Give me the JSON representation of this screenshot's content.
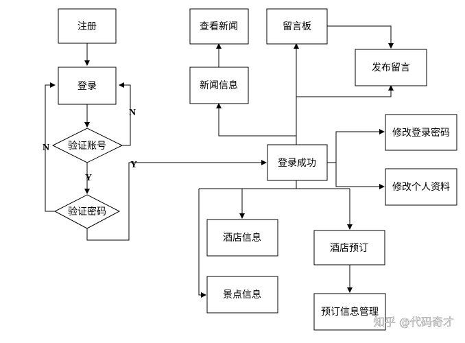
{
  "nodes": {
    "register": "注册",
    "login": "登录",
    "verify_account": "验证账号",
    "verify_password": "验证密码",
    "login_success": "登录成功",
    "view_news": "查看新闻",
    "news_info": "新闻信息",
    "message_board": "留言板",
    "post_message": "发布留言",
    "change_password": "修改登录密码",
    "edit_profile": "修改个人资料",
    "hotel_info": "酒店信息",
    "hotel_booking": "酒店预订",
    "scenic_info": "景点信息",
    "booking_manage": "预订信息管理"
  },
  "flags": {
    "yes": "Y",
    "no": "N"
  },
  "watermark": "知乎 @代码奇才"
}
